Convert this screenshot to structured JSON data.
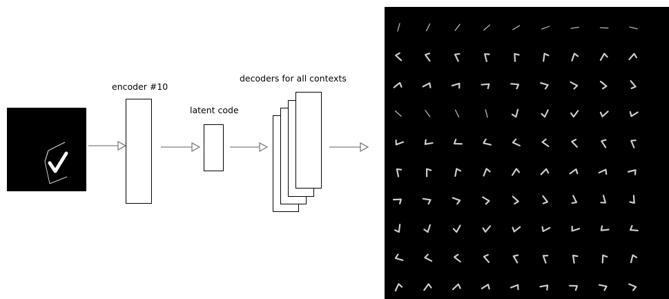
{
  "labels": {
    "encoder": "encoder #10",
    "latent": "latent code",
    "decoders": "decoders for all contexts"
  },
  "colors": {
    "background": "#ffffff",
    "box_stroke": "#000000",
    "arrow": "#7f7f7f",
    "image_background": "#000000",
    "glyph": "#e6e6e6"
  },
  "input_image": {
    "description_icon": "checkmark-glyph-icon"
  },
  "output_grid": {
    "rows": 10,
    "cols": 9
  }
}
